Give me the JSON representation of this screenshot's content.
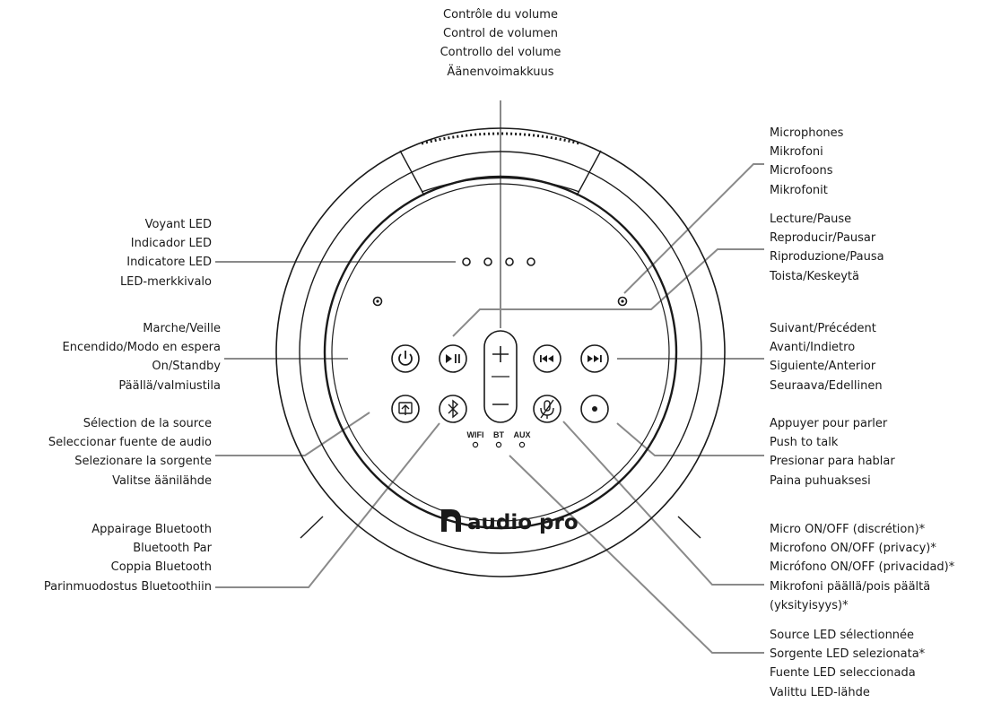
{
  "labels": {
    "volume": [
      "Contrôle du volume",
      "Control de volumen",
      "Controllo del volume",
      "Äänenvoimakkuus"
    ],
    "microphones": [
      "Microphones",
      "Mikrofoni",
      "Microfoons",
      "Mikrofonit"
    ],
    "led": [
      "Voyant LED",
      "Indicador LED",
      "Indicatore LED",
      "LED-merkkivalo"
    ],
    "play_pause": [
      "Lecture/Pause",
      "Reproducir/Pausar",
      "Riproduzione/Pausa",
      "Toista/Keskeytä"
    ],
    "power": [
      "Marche/Veille",
      "Encendido/Modo en espera",
      "On/Standby",
      "Päällä/valmiustila"
    ],
    "next_prev": [
      "Suivant/Précédent",
      "Avanti/Indietro",
      "Siguiente/Anterior",
      "Seuraava/Edellinen"
    ],
    "source": [
      "Sélection de la source",
      "Seleccionar fuente de audio",
      "Selezionare la sorgente",
      "Valitse äänilähde"
    ],
    "push_to_talk": [
      "Appuyer pour parler",
      "Push to talk",
      "Presionar para hablar",
      "Paina puhuaksesi"
    ],
    "bluetooth_pair": [
      "Appairage Bluetooth",
      "Bluetooth Par",
      "Coppia Bluetooth",
      "Parinmuodostus Bluetoothiin"
    ],
    "mic_privacy": [
      "Micro ON/OFF (discrétion)*",
      "Microfono ON/OFF (privacy)*",
      "Micrófono ON/OFF (privacidad)*",
      "Mikrofoni päällä/pois päältä",
      "(yksityisyys)*"
    ],
    "source_led": [
      "Source LED sélectionnée",
      "Sorgente LED selezionata*",
      "Fuente LED seleccionada",
      "Valittu LED-lähde"
    ]
  },
  "device": {
    "brand": "audio pro",
    "led_wifi": "WIFI",
    "led_bt": "BT",
    "led_aux": "AUX"
  },
  "icons": [
    "power-icon",
    "play-pause-icon",
    "volume-up-icon",
    "volume-down-icon",
    "previous-icon",
    "next-icon",
    "source-icon",
    "bluetooth-icon",
    "mic-mute-icon",
    "push-to-talk-icon"
  ],
  "colors": {
    "outline": "#1a1a1a",
    "leader": "#8a8a8a",
    "text": "#1a1a1a"
  }
}
